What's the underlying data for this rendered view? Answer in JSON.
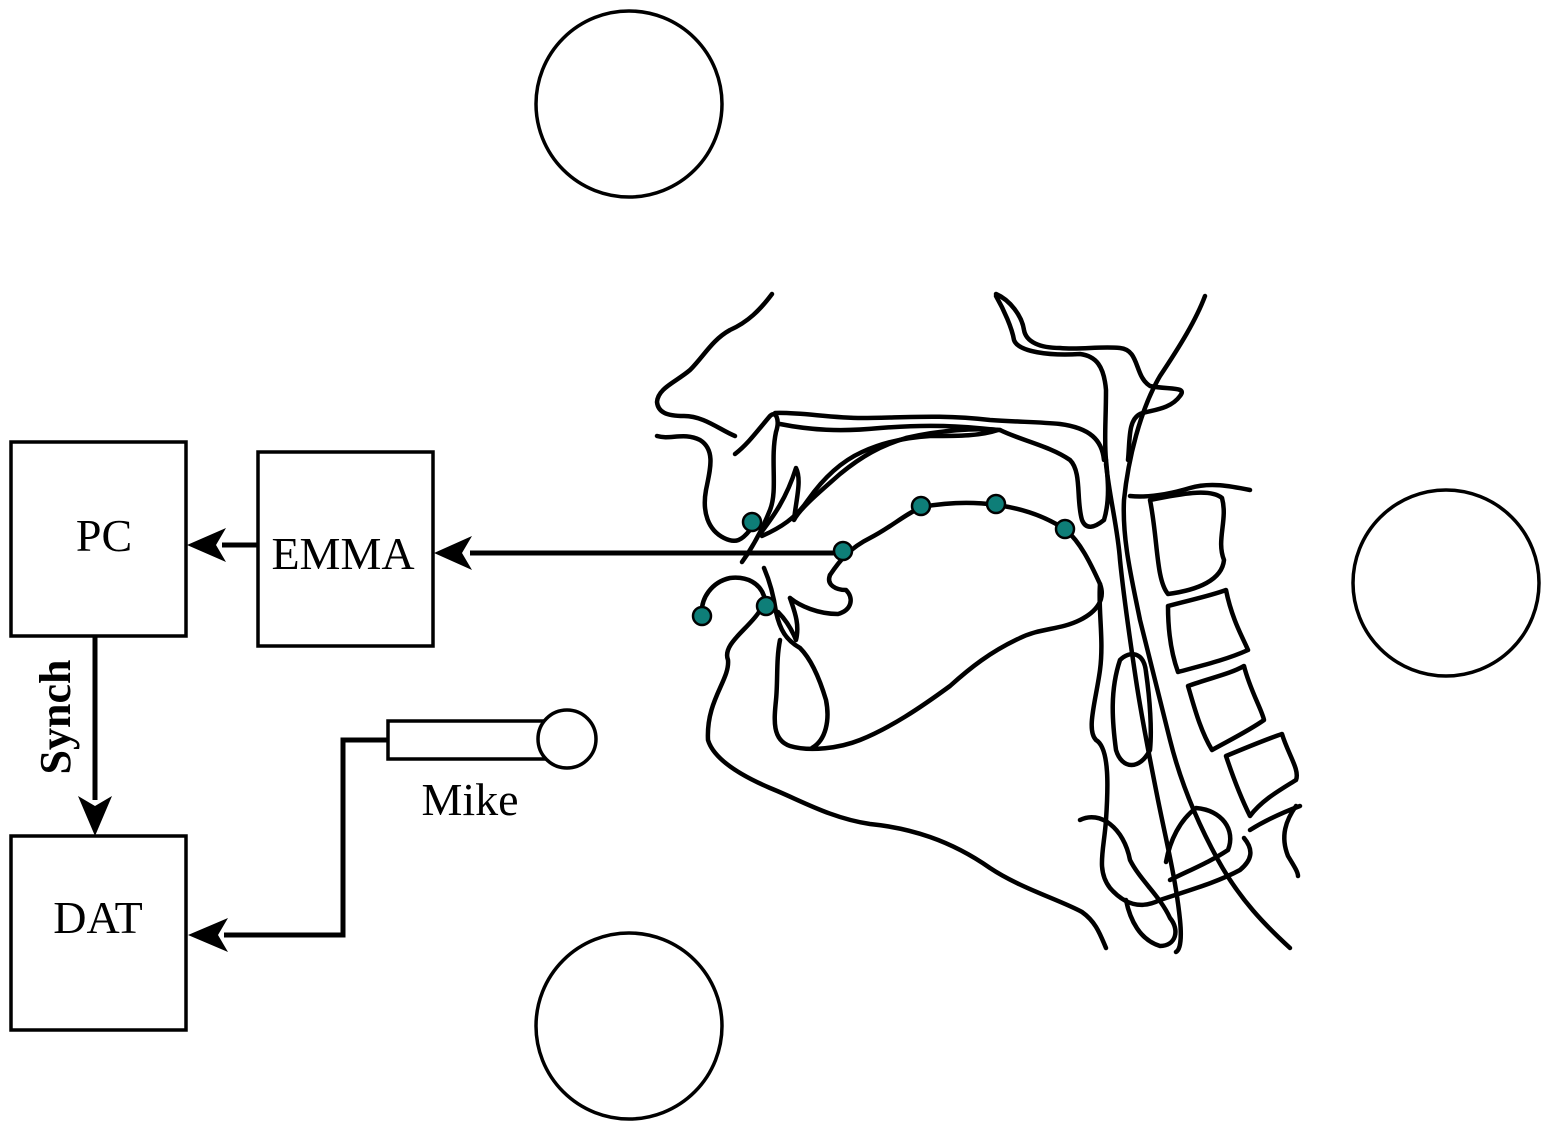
{
  "blocks": {
    "pc": "PC",
    "emma": "EMMA",
    "dat": "DAT"
  },
  "microphone": {
    "label": "Mike"
  },
  "sync_label": "Synch",
  "sensor_color": "#0e7e78"
}
